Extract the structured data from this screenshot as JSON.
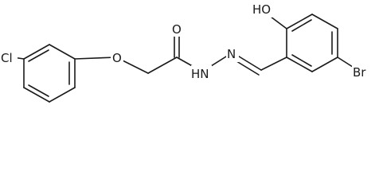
{
  "atoms": {
    "cl": "Cl",
    "ether_o": "O",
    "carbonyl_o": "O",
    "amide_nh": "HN",
    "imine_n": "N",
    "hydroxyl": "HO",
    "br": "Br"
  }
}
